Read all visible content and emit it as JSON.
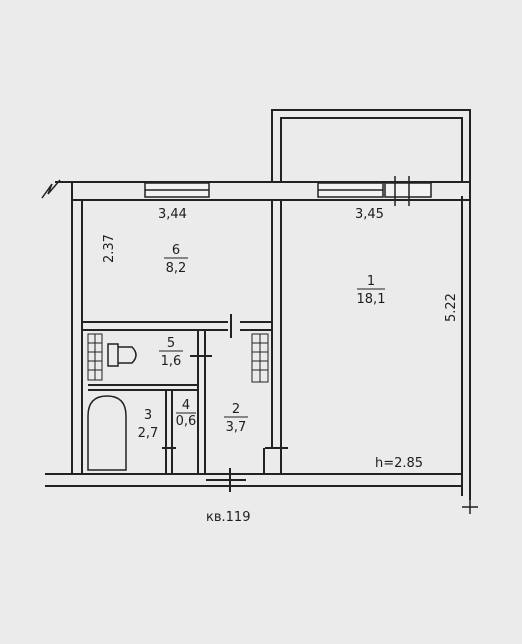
{
  "plan": {
    "dims": {
      "room6_width": "3,44",
      "room1_width": "3,45",
      "room6_depth": "2.37",
      "room1_depth": "5.22"
    },
    "rooms": [
      {
        "number": "1",
        "area": "18,1"
      },
      {
        "number": "2",
        "area": "3,7"
      },
      {
        "number": "3",
        "area": "2,7"
      },
      {
        "number": "4",
        "area": "0,6"
      },
      {
        "number": "5",
        "area": "1,6"
      },
      {
        "number": "6",
        "area": "8,2"
      }
    ],
    "ceiling_height": "h=2.85",
    "apartment_label": "кв.119"
  }
}
